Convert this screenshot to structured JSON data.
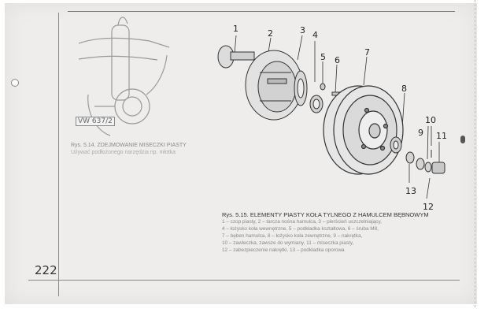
{
  "page_number": "222",
  "figure_514": {
    "badge": "VW 637/2",
    "title": "Rys. 5.14. ZDEJMOWANIE MISECZKI PIASTY",
    "body": "Używać podłożonego narzędzia np. młotka"
  },
  "figure_515": {
    "title": "Rys. 5.15. ELEMENTY PIASTY KOŁA TYLNEGO Z HAMULCEM BĘBNOWYM",
    "legend": [
      "1 – czop piasty, 2 – tarcza nośna hamulca, 3 – pierścień uszczelniający,",
      "4 – łożysko koła wewnętrzne, 5 – podkładka kształtowa, 6 – śruba M8,",
      "7 – bęben hamulca, 8 – łożysko koła zewnętrzne, 9 – nakrętka,",
      "10 – zawleczka, zawsze do wymiany, 11 – miseczka piasty,",
      "12 – zabezpieczenie nakrętki, 13 – podkładka oporowa"
    ]
  },
  "callouts": [
    "1",
    "2",
    "3",
    "4",
    "5",
    "6",
    "7",
    "8",
    "9",
    "10",
    "11",
    "12",
    "13"
  ]
}
